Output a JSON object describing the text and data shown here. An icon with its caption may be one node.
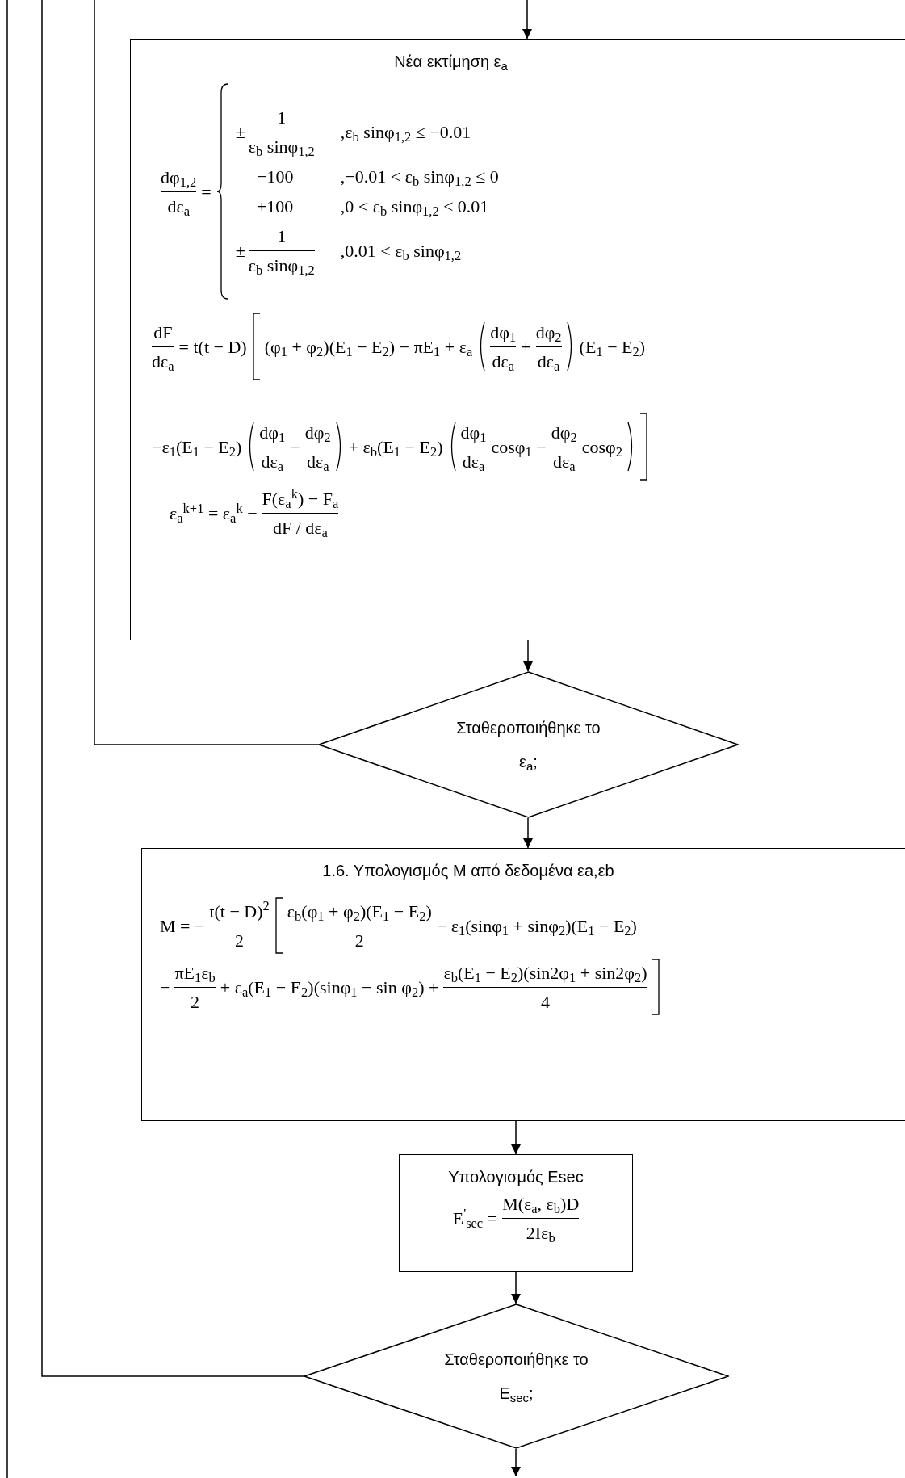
{
  "diagram": {
    "nodes": [
      {
        "text": [
          "Νέα εκτίμηση ε$_{a}$",
          "dφ$_{1,2}$",
          "dε$_{a}$",
          "=",
          "±",
          "1",
          "ε$_{b}$ sinφ$_{1,2}$",
          ",ε$_{b}$ sinφ$_{1,2}$ ≤ −0.01",
          "−100",
          ",−0.01 < ε$_{b}$ sinφ$_{1,2}$ ≤ 0",
          "±100",
          ",0 < ε$_{b}$ sinφ$_{1,2}$ ≤ 0.01",
          "±",
          "1",
          "ε$_{b}$ sinφ$_{1,2}$",
          ",0.01 < ε$_{b}$ sinφ$_{1,2}$",
          "dF",
          "dε$_{a}$",
          "= t(t − D)",
          "(φ$_{1}$ + φ$_{2}$)(E$_{1}$ − E$_{2}$) − πE$_{1}$ + ε$_{a}$",
          "dφ$_{1}$",
          "dε$_{a}$",
          "+",
          "dφ$_{2}$",
          "dε$_{a}$",
          "(E$_{1}$ − E$_{2}$)",
          "−ε$_{1}$(E$_{1}$ − E$_{2}$)",
          "dφ$_{1}$",
          "dε$_{a}$",
          "−",
          "dφ$_{2}$",
          "dε$_{a}$",
          "+ ε$_{b}$(E$_{1}$ − E$_{2}$)",
          "dφ$_{1}$",
          "dε$_{a}$",
          "cosφ$_{1}$ −",
          "dφ$_{2}$",
          "dε$_{a}$",
          "cosφ$_{2}$",
          "ε$_{a}$$^{k+1}$ = ε$_{a}$$^{k}$ −",
          "F(ε$_{a}$$^{k}$) − F$_{a}$",
          "dF / dε$_{a}$"
        ]
      },
      {
        "text": [
          "Σταθεροποιήθηκε το ε$_{a}$;"
        ]
      },
      {
        "text": [
          "1.6. Υπολογισμός M από δεδομένα εa,εb",
          "M = −",
          "t(t − D)$^{2}$",
          "2",
          "ε$_{b}$(φ$_{1}$ + φ$_{2}$)(E$_{1}$ − E$_{2}$)",
          "2",
          "− ε$_{1}$(sinφ$_{1}$ + sinφ$_{2}$)(E$_{1}$ − E$_{2}$)",
          "−",
          "πE$_{1}$ε$_{b}$",
          "2",
          "+ ε$_{a}$(E$_{1}$ − E$_{2}$)(sinφ$_{1}$ − sin φ$_{2}$) +",
          "ε$_{b}$(E$_{1}$ − E$_{2}$)(sin2φ$_{1}$ + sin2φ$_{2}$)",
          "4"
        ]
      },
      {
        "text": [
          "Υπολογισμός Esec",
          "E$^{'}$$_{sec}$ =",
          "M(ε$_{a}$, ε$_{b}$)D",
          "2Iε$_{b}$"
        ]
      },
      {
        "text": [
          "Σταθεροποιήθηκε το E$_{sec}$;"
        ]
      }
    ],
    "edges": [
      {
        "from": null,
        "to": 0,
        "arrow": "to"
      },
      {
        "from": 0,
        "to": 1,
        "arrow": "to"
      },
      {
        "from": 1,
        "to": null,
        "arrow": "none"
      },
      {
        "from": 1,
        "to": 2,
        "arrow": "to"
      },
      {
        "from": 2,
        "to": 3,
        "arrow": "to"
      },
      {
        "from": 3,
        "to": 4,
        "arrow": "to"
      },
      {
        "from": 4,
        "to": null,
        "arrow": "none"
      },
      {
        "from": 4,
        "to": null,
        "arrow": "to"
      }
    ]
  }
}
